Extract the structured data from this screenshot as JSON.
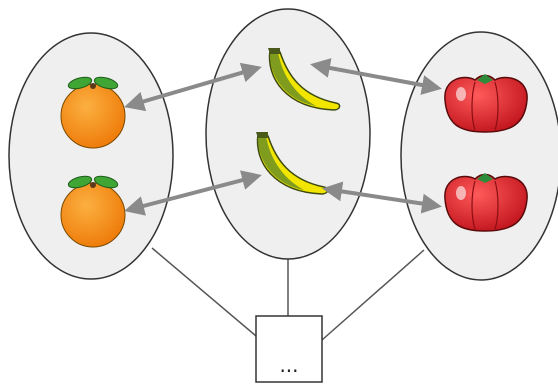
{
  "diagram": {
    "box_label": "...",
    "groups": [
      {
        "name": "oranges",
        "count": 2,
        "fruit_color": "#f39221",
        "leaf_color": "#3fa535"
      },
      {
        "name": "bananas",
        "count": 2,
        "fruit_color": "#f2e600",
        "leaf_color": "#6b8e23"
      },
      {
        "name": "tomatoes",
        "count": 2,
        "fruit_color": "#e8222a",
        "leaf_color": "#2e8b3a"
      }
    ],
    "connections": [
      {
        "from": "orange-1",
        "to": "banana-1"
      },
      {
        "from": "orange-2",
        "to": "banana-2"
      },
      {
        "from": "banana-1",
        "to": "tomato-1"
      },
      {
        "from": "banana-2",
        "to": "tomato-2"
      }
    ],
    "colors": {
      "ellipse_fill": "#efefef",
      "ellipse_stroke": "#333333",
      "arrow": "#8a8a8a"
    }
  }
}
